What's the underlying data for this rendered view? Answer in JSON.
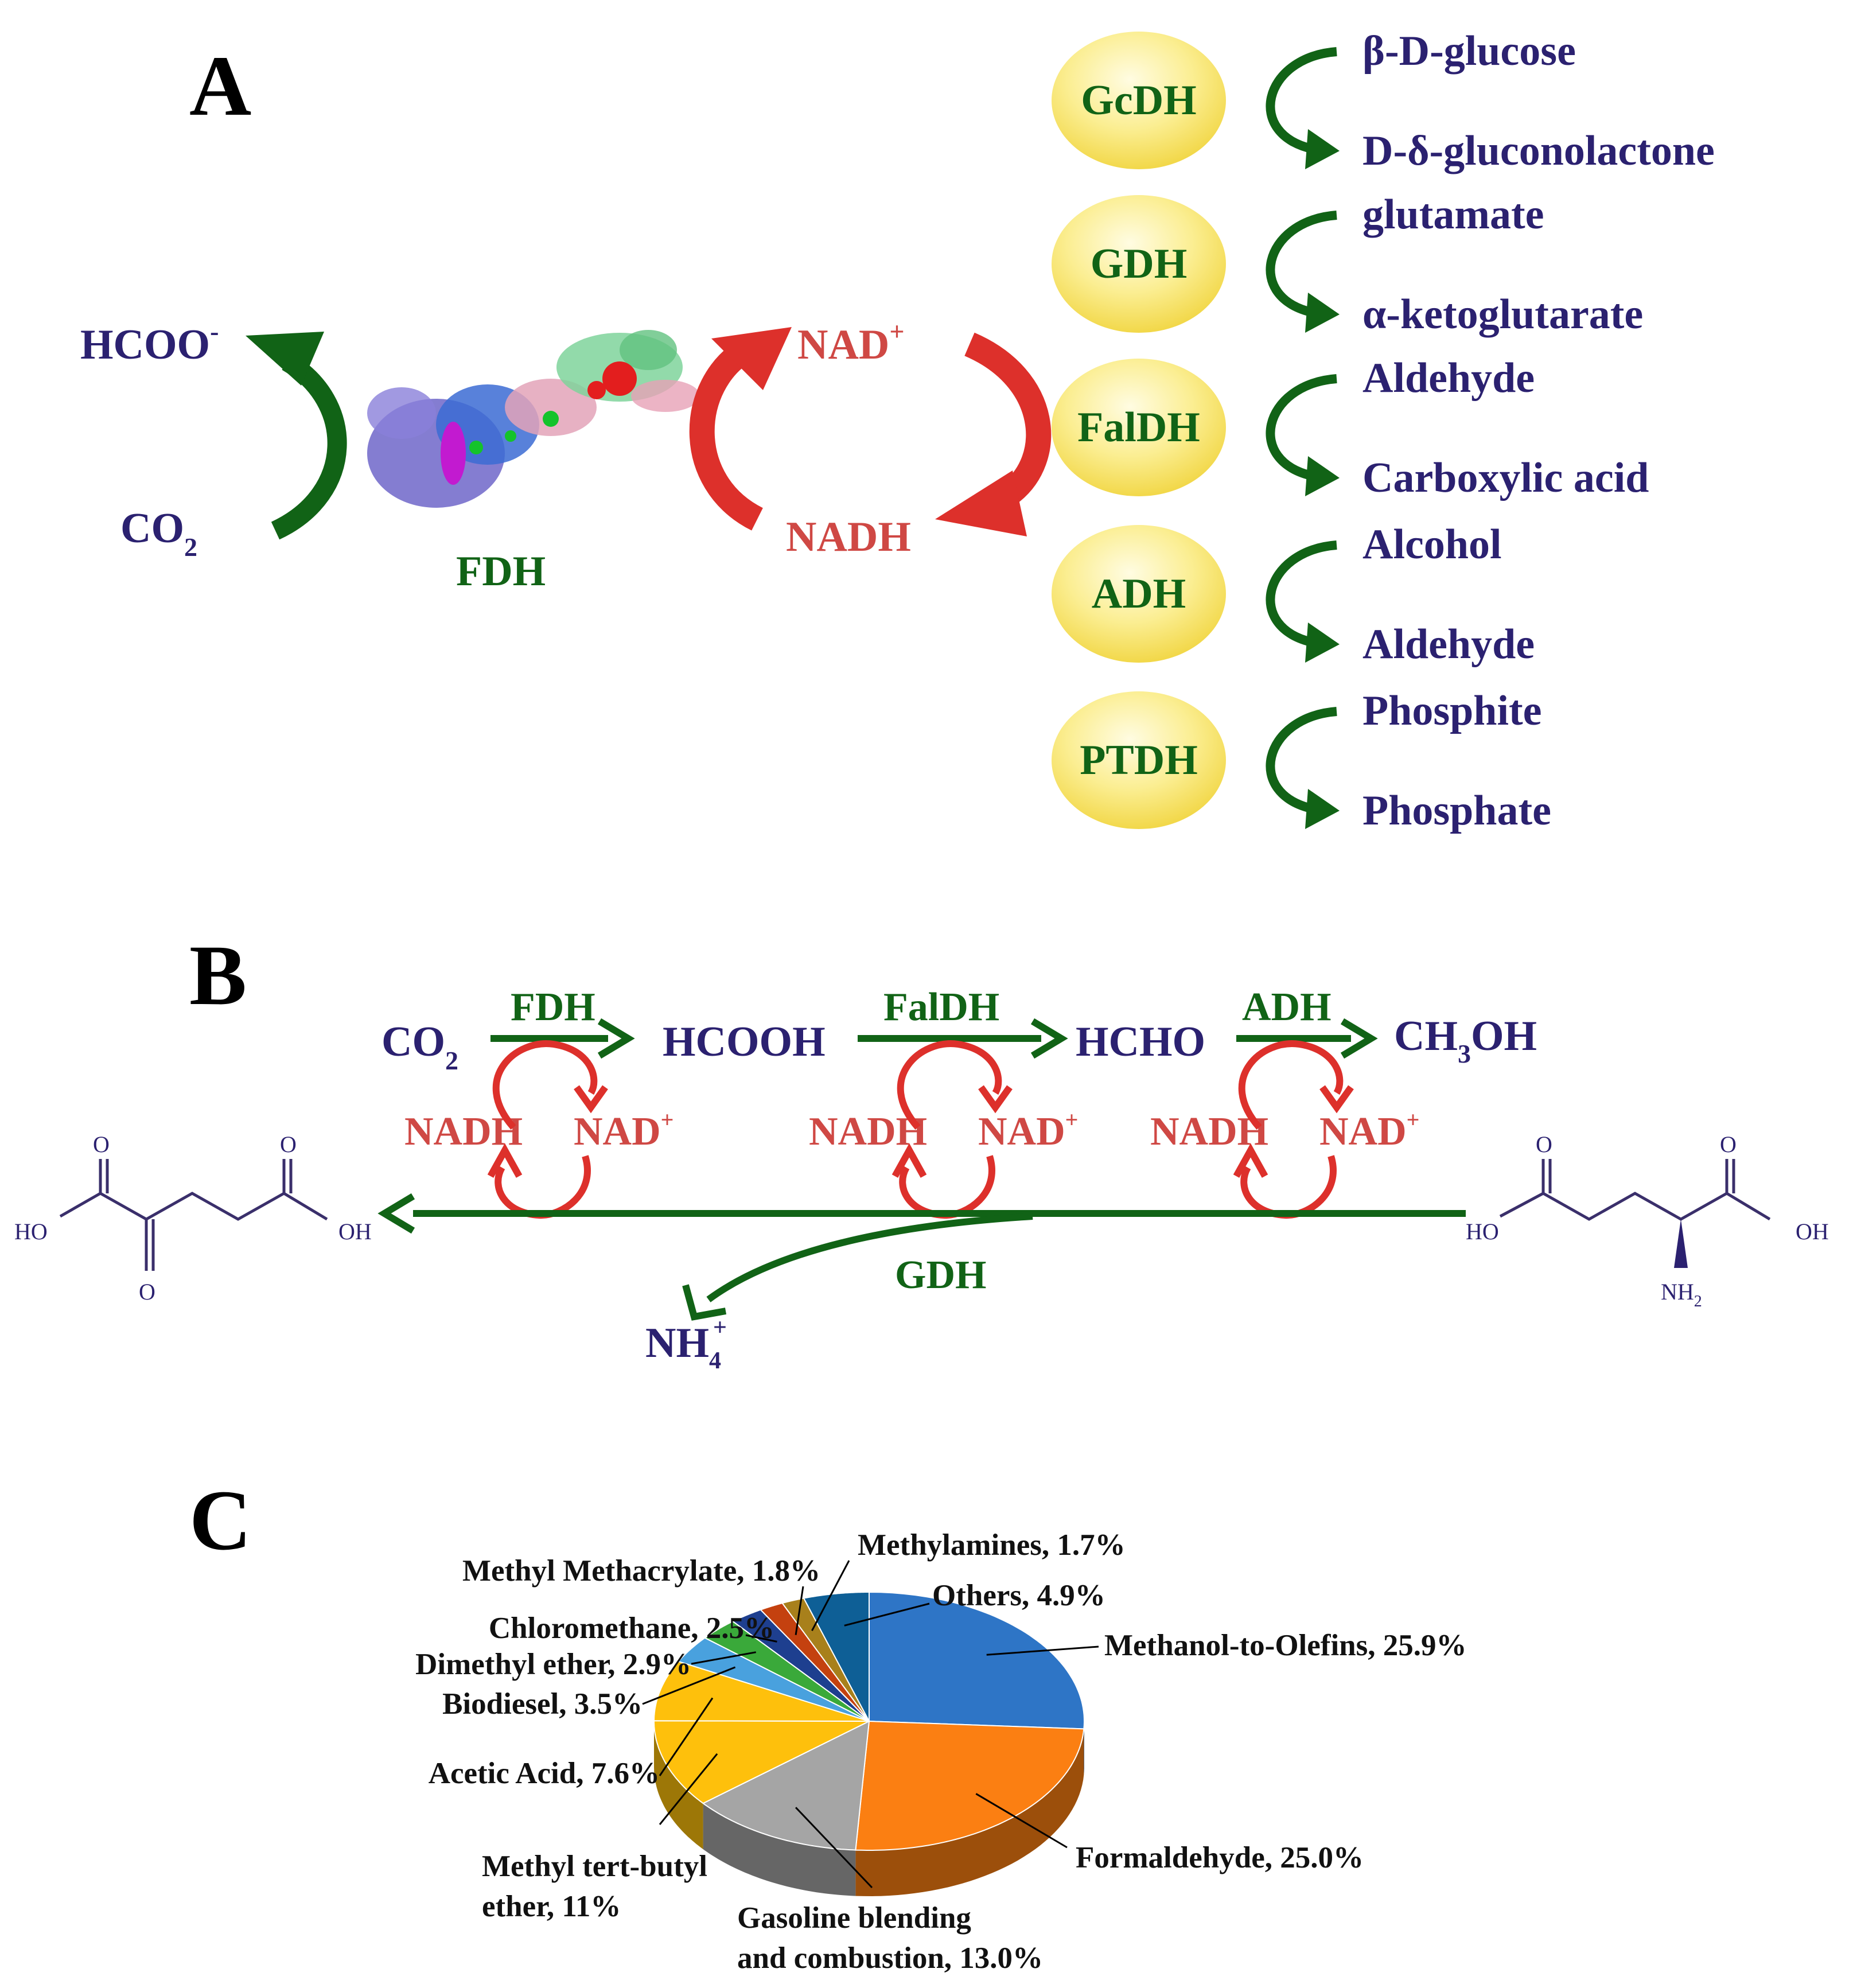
{
  "colors": {
    "navy": "#2b2170",
    "green": "#116316",
    "red": "#cf4844",
    "ellipse": "#f7e36a"
  },
  "panel_a": {
    "letter": "A",
    "hcoo_main": "HCOO",
    "hcoo_sup": "-",
    "co2_main": "CO",
    "co2_sub": "2",
    "enzyme_label": "FDH",
    "nad_main": "NAD",
    "nad_sup": "+",
    "nadh": "NADH",
    "enzymes": [
      {
        "name": "GcDH",
        "substrate": "β-D-glucose",
        "product": "D-δ-gluconolactone"
      },
      {
        "name": "GDH",
        "substrate": "glutamate",
        "product": "α-ketoglutarate"
      },
      {
        "name": "FalDH",
        "substrate": "Aldehyde",
        "product": "Carboxylic acid"
      },
      {
        "name": "ADH",
        "substrate": "Alcohol",
        "product": "Aldehyde"
      },
      {
        "name": "PTDH",
        "substrate": "Phosphite",
        "product": "Phosphate"
      }
    ]
  },
  "panel_b": {
    "letter": "B",
    "co2_main": "CO",
    "co2_sub": "2",
    "hcooh": "HCOOH",
    "hcho": "HCHO",
    "ch3oh_a": "CH",
    "ch3oh_sub": "3",
    "ch3oh_b": "OH",
    "enzyme_fdh": "FDH",
    "enzyme_faldh": "FalDH",
    "enzyme_adh": "ADH",
    "enzyme_gdh": "GDH",
    "nadh": "NADH",
    "nad_main": "NAD",
    "nad_sup": "+",
    "nh4_main": "NH",
    "nh4_sub": "4",
    "nh4_sup": "+",
    "atom_o": "O",
    "atom_ho": "HO",
    "atom_oh": "OH",
    "atom_nh2_main": "NH",
    "atom_nh2_sub": "2"
  },
  "panel_c": {
    "letter": "C"
  },
  "chart_data": {
    "type": "pie",
    "style": "3d",
    "slices": [
      {
        "label": "Methanol-to-Olefins, 25.9%",
        "value": 25.9,
        "color": "#2e75c6"
      },
      {
        "label": "Formaldehyde, 25.0%",
        "value": 25.0,
        "color": "#fb7f12"
      },
      {
        "label": "Gasoline blending and combustion, 13.0%",
        "value": 13.0,
        "color": "#a5a5a5"
      },
      {
        "label": "Methyl tert-butyl ether, 11%",
        "value": 11.0,
        "color": "#fec00c"
      },
      {
        "label": "Acetic Acid, 7.6%",
        "value": 7.6,
        "color": "#fec00c"
      },
      {
        "label": "Biodiesel, 3.5%",
        "value": 3.5,
        "color": "#49a1de"
      },
      {
        "label": "Dimethyl ether, 2.9%",
        "value": 2.9,
        "color": "#3aa93a"
      },
      {
        "label": "Chloromethane, 2.5%",
        "value": 2.5,
        "color": "#1e3f8f"
      },
      {
        "label": "Methyl Methacrylate, 1.8%",
        "value": 1.8,
        "color": "#c4410f"
      },
      {
        "label": "Methylamines, 1.7%",
        "value": 1.7,
        "color": "#a8801b"
      },
      {
        "label": "Others, 4.9%",
        "value": 4.9,
        "color": "#0e5f96"
      }
    ],
    "label_lines": [
      [
        "Methanol-to-Olefins, 25.9%"
      ],
      [
        "Formaldehyde, 25.0%"
      ],
      [
        "Gasoline blending",
        "and combustion, 13.0%"
      ],
      [
        "Methyl tert-butyl",
        "ether, 11%"
      ],
      [
        "Acetic Acid, 7.6%"
      ],
      [
        "Biodiesel, 3.5%"
      ],
      [
        "Dimethyl ether, 2.9%"
      ],
      [
        "Chloromethane, 2.5%"
      ],
      [
        "Methyl Methacrylate, 1.8%"
      ],
      [
        "Methylamines, 1.7%"
      ],
      [
        "Others, 4.9%"
      ]
    ]
  }
}
